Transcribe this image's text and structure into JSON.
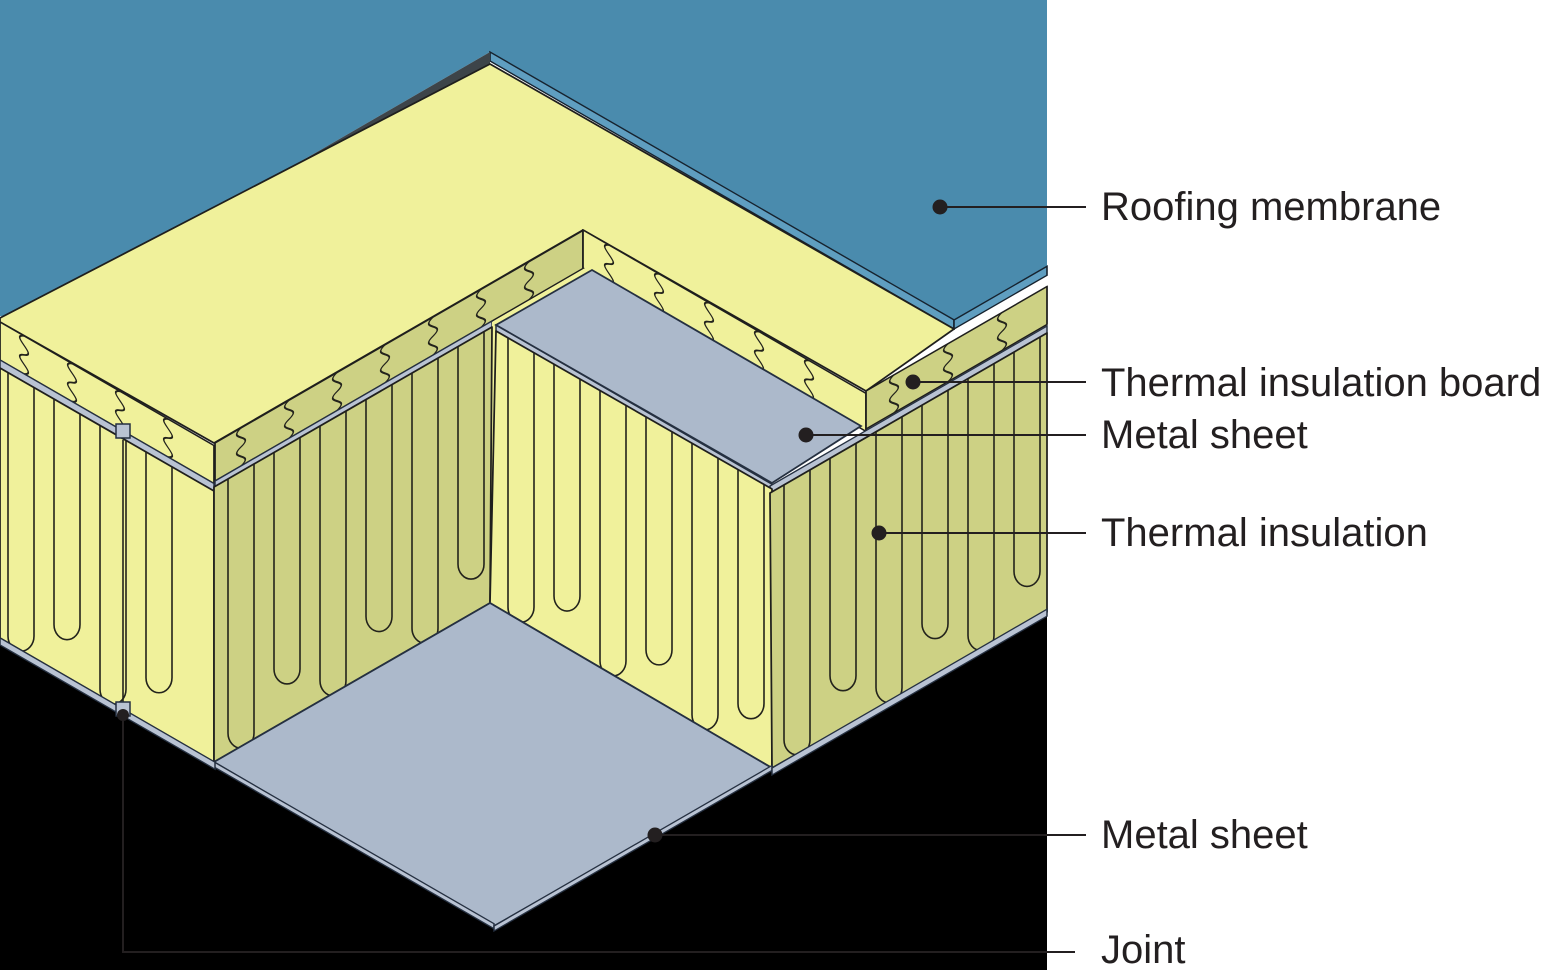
{
  "diagram": {
    "kind": "isometric roof build-up construction detail",
    "labels": [
      {
        "id": "roofing-membrane",
        "text": "Roofing membrane"
      },
      {
        "id": "thermal-insulation-board",
        "text": "Thermal insulation board"
      },
      {
        "id": "metal-sheet-top",
        "text": "Metal sheet"
      },
      {
        "id": "thermal-insulation",
        "text": "Thermal insulation"
      },
      {
        "id": "metal-sheet-bottom",
        "text": "Metal sheet"
      },
      {
        "id": "joint",
        "text": "Joint"
      }
    ],
    "colors": {
      "membrane": "#4A8BAD",
      "membrane_edge": "#5F9EC0",
      "membrane_cut_edge": "#3D4449",
      "insulation_light": "#F0F19B",
      "insulation_shaded": "#CDD184",
      "metal": "#ACB9CB",
      "metal_light": "#B9C3D3",
      "black": "#000000",
      "outline": "#1F1F1D",
      "outline_dark": "#16222E",
      "sheet_outline": "#253041",
      "fiber_line": "#23231C",
      "leader": "#231F20",
      "text": "#231F20"
    }
  }
}
